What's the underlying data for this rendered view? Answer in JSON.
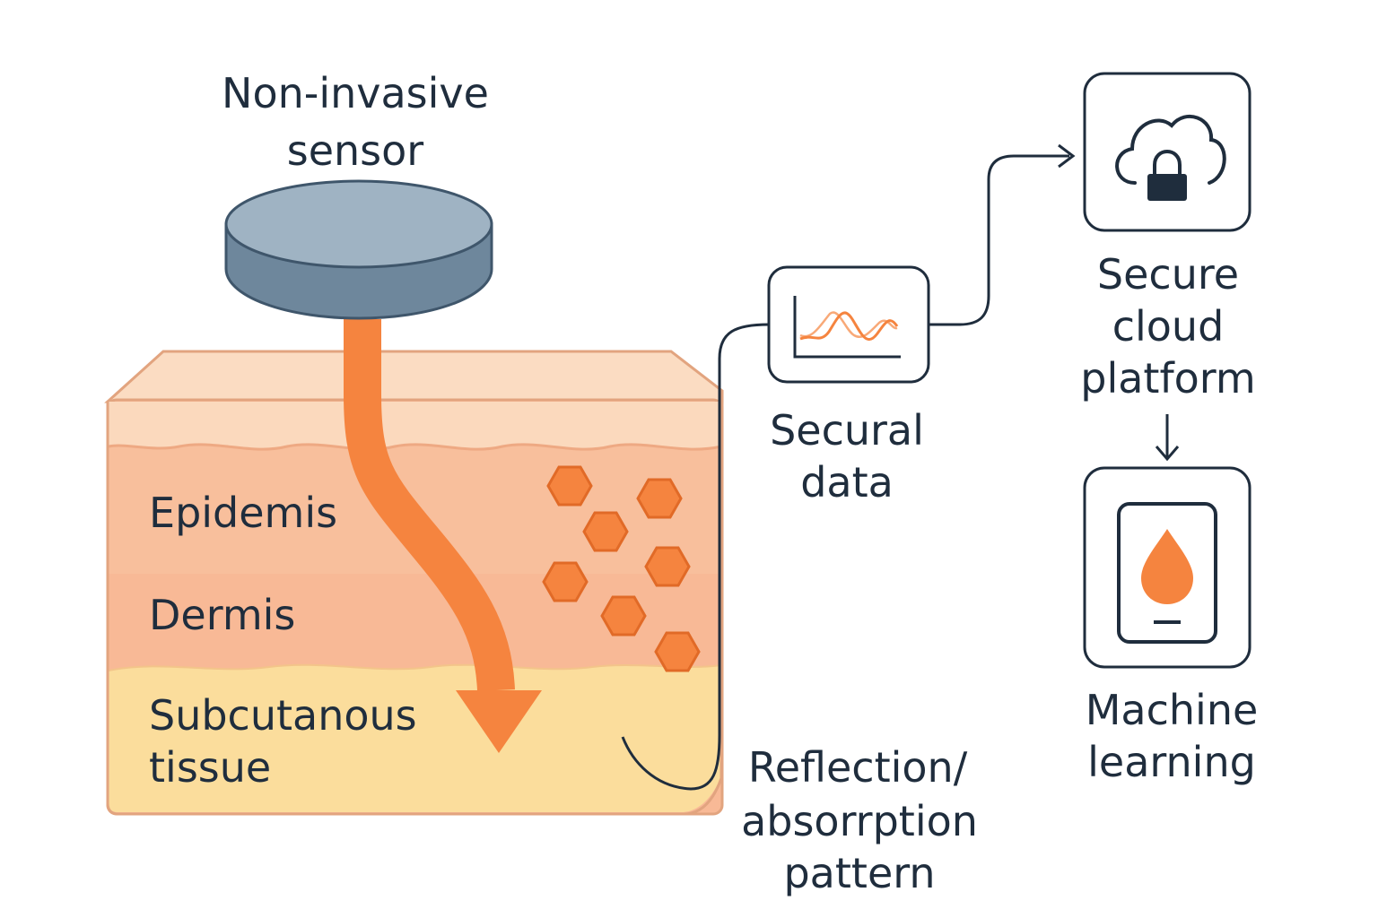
{
  "sensor": {
    "label_line1": "Non-invasive",
    "label_line2": "sensor"
  },
  "layers": {
    "epidermis": "Epidemis",
    "dermis": "Dermis",
    "subcutaneous_line1": "Subcutanous",
    "subcutaneous_line2": "tissue"
  },
  "signal": {
    "label_line1": "Reflection/",
    "label_line2": "absorrption",
    "label_line3": "pattern"
  },
  "data_box": {
    "label_line1": "Secural",
    "label_line2": "data",
    "icon": "waveform-chart-icon"
  },
  "cloud": {
    "label_line1": "Secure",
    "label_line2": "cloud",
    "label_line3": "platform",
    "icon": "cloud-lock-icon"
  },
  "ml": {
    "label_line1": "Machine",
    "label_line2": "learning",
    "icon": "phone-drop-icon"
  },
  "colors": {
    "accent_orange": "#f5843f",
    "ink": "#1f2d3d",
    "sensor_top": "#9fb3c3",
    "sensor_side": "#6e879c",
    "skin_top": "#fbd9bd",
    "dermis": "#f8b996",
    "subcutaneous": "#fbdd9c"
  }
}
